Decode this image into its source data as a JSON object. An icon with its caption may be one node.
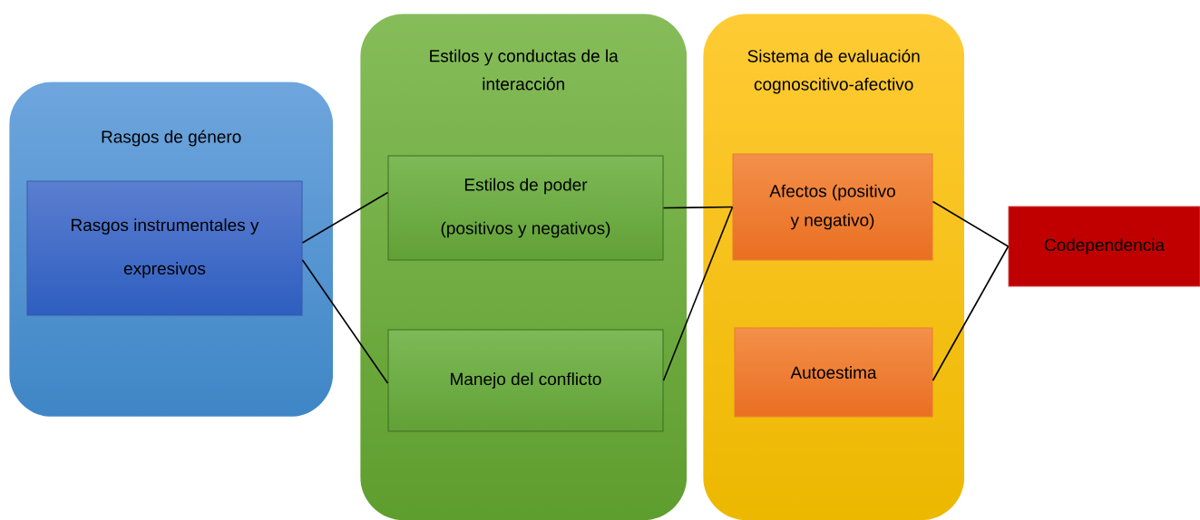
{
  "diagram": {
    "nodes": [
      {
        "text": [
          "Rasgos de género"
        ]
      },
      {
        "text": [
          "Rasgos instrumentales y expresivos"
        ],
        "in": 0
      },
      {
        "text": [
          "Estilos y conductas de la interacción"
        ]
      },
      {
        "text": [
          "Estilos de poder (positivos y negativos)"
        ],
        "in": 2
      },
      {
        "text": [
          "Manejo del conflicto"
        ],
        "in": 2
      },
      {
        "text": [
          "Sistema de evaluación cognoscitivo-afectivo"
        ]
      },
      {
        "text": [
          "Afectos (positivo y negativo)"
        ],
        "in": 5
      },
      {
        "text": [
          "Autoestima"
        ],
        "in": 5
      },
      {
        "text": [
          "Codependencia"
        ]
      }
    ],
    "edges": [
      {
        "from": 1,
        "to": 3,
        "arrow": "none"
      },
      {
        "from": 1,
        "to": 4,
        "arrow": "none"
      },
      {
        "from": 3,
        "to": 6,
        "arrow": "none"
      },
      {
        "from": 4,
        "to": 6,
        "arrow": "none"
      },
      {
        "from": 6,
        "to": 8,
        "arrow": "none"
      },
      {
        "from": 7,
        "to": 8,
        "arrow": "none"
      }
    ]
  }
}
